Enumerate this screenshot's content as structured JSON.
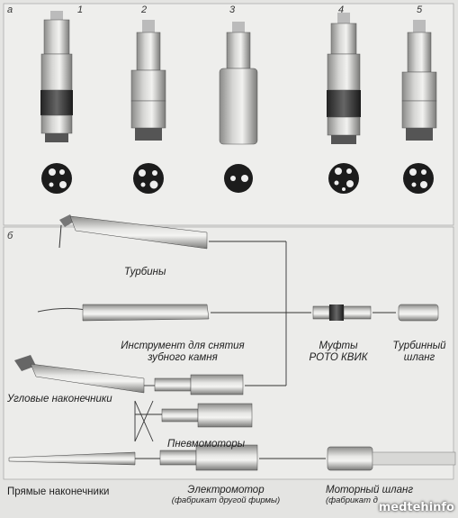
{
  "panels": {
    "a": "а",
    "b": "б"
  },
  "couplings": [
    {
      "number": "1",
      "holes": 4
    },
    {
      "number": "2",
      "holes": 4
    },
    {
      "number": "3",
      "holes": 2
    },
    {
      "number": "4",
      "holes": 5
    },
    {
      "number": "5",
      "holes": 4
    }
  ],
  "labels": {
    "turbines": "Турбины",
    "scaler_line1": "Инструмент для снятия",
    "scaler_line2": "зубного камня",
    "couplings_line1": "Муфты",
    "couplings_line2": "РОТО КВИК",
    "turbine_hose_line1": "Турбинный",
    "turbine_hose_line2": "шланг",
    "contra_angles": "Угловые наконечники",
    "air_motors": "Пневмомоторы",
    "straight_handpieces": "Прямые наконечники",
    "electromotor": "Электромотор",
    "electromotor_note": "(фабрикат другой фирмы)",
    "motor_hose": "Моторный шланг",
    "motor_hose_note": "(фабрикат д"
  },
  "watermark": "medtehinfo"
}
